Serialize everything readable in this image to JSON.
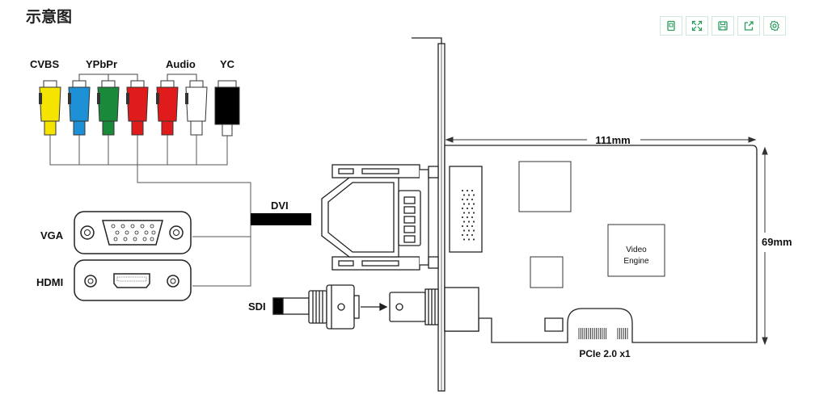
{
  "title": "示意图",
  "toolbar": {
    "icons": [
      "tablet-icon",
      "expand-icon",
      "save-icon",
      "share-icon",
      "settings-icon"
    ],
    "accent": "#2a9d5c"
  },
  "labels": {
    "cvbs": "CVBS",
    "ypbpr": "YPbPr",
    "audio": "Audio",
    "yc": "YC",
    "vga": "VGA",
    "hdmi": "HDMI",
    "dvi": "DVI",
    "sdi": "SDI",
    "width": "111mm",
    "height": "69mm",
    "chip_line1": "Video",
    "chip_line2": "Engine",
    "pcie": "PCIe 2.0 x1"
  },
  "colors": {
    "yellow": "#f5e400",
    "blue": "#1e90d6",
    "green": "#1a8a3a",
    "red": "#e01b1b",
    "white": "#ffffff",
    "black": "#000000"
  }
}
